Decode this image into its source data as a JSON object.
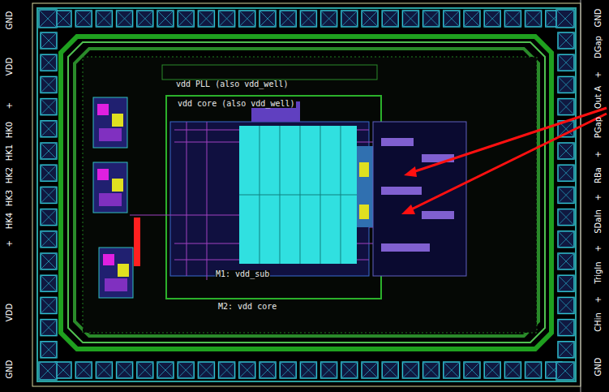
{
  "diagram": {
    "labels": [
      "GND",
      "VDD",
      "+",
      "HK0",
      "HK1",
      "HK2",
      "HK3",
      "HK4",
      "+",
      "VDD",
      "GND",
      "GND",
      "DGap",
      "+",
      "Out A",
      "PGap",
      "+",
      "RBa",
      "+",
      "SDaIn",
      "+",
      "TrigIn",
      "+",
      "CHin",
      "GND",
      "vdd PLL (also vdd_well)",
      "vdd core (also vdd_well)",
      "M1: vdd_sub",
      "M2: vdd core"
    ]
  }
}
